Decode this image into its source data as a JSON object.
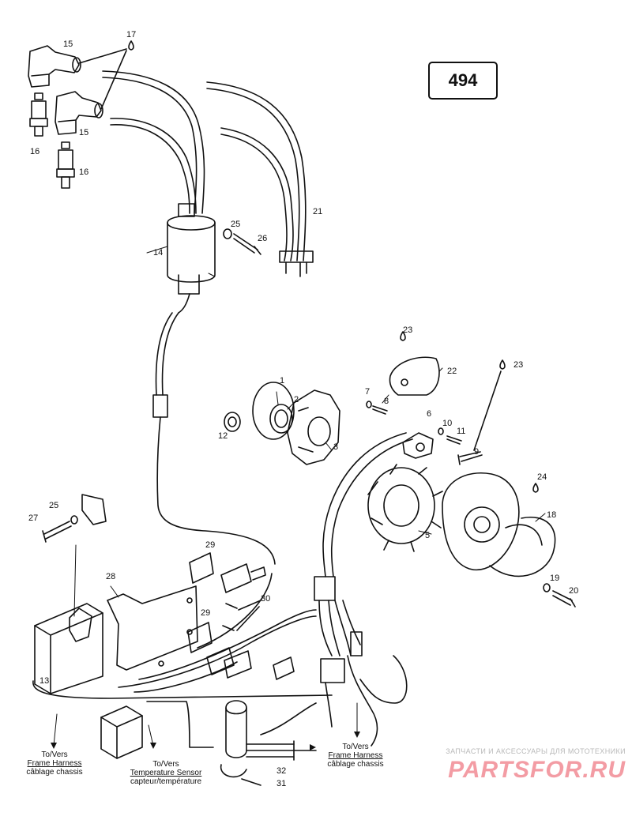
{
  "diagram": {
    "page_number": "494",
    "part_labels": [
      {
        "id": "l17a",
        "text": "17"
      },
      {
        "id": "l15a",
        "text": "15"
      },
      {
        "id": "l15b",
        "text": "15"
      },
      {
        "id": "l16a",
        "text": "16"
      },
      {
        "id": "l16b",
        "text": "16"
      },
      {
        "id": "l21",
        "text": "21"
      },
      {
        "id": "l25a",
        "text": "25"
      },
      {
        "id": "l26",
        "text": "26"
      },
      {
        "id": "l14",
        "text": "14"
      },
      {
        "id": "l23a",
        "text": "23"
      },
      {
        "id": "l22",
        "text": "22"
      },
      {
        "id": "l23b",
        "text": "23"
      },
      {
        "id": "l1",
        "text": "1"
      },
      {
        "id": "l2",
        "text": "2"
      },
      {
        "id": "l7",
        "text": "7"
      },
      {
        "id": "l8",
        "text": "8"
      },
      {
        "id": "l6",
        "text": "6"
      },
      {
        "id": "l10",
        "text": "10"
      },
      {
        "id": "l11",
        "text": "11"
      },
      {
        "id": "l9",
        "text": "9"
      },
      {
        "id": "l12",
        "text": "12"
      },
      {
        "id": "l3",
        "text": "3"
      },
      {
        "id": "l24",
        "text": "24"
      },
      {
        "id": "l18",
        "text": "18"
      },
      {
        "id": "l5",
        "text": "5"
      },
      {
        "id": "l19",
        "text": "19"
      },
      {
        "id": "l20",
        "text": "20"
      },
      {
        "id": "l25b",
        "text": "25"
      },
      {
        "id": "l27",
        "text": "27"
      },
      {
        "id": "l29a",
        "text": "29"
      },
      {
        "id": "l28",
        "text": "28"
      },
      {
        "id": "l30",
        "text": "30"
      },
      {
        "id": "l29b",
        "text": "29"
      },
      {
        "id": "l13",
        "text": "13"
      },
      {
        "id": "l32",
        "text": "32"
      },
      {
        "id": "l31",
        "text": "31"
      }
    ],
    "callouts": {
      "frame_left": {
        "line1": "To/Vers",
        "line2": "Frame Harness",
        "line3": "câblage chassis"
      },
      "temp_sensor": {
        "line1": "To/Vers",
        "line2": "Temperature Sensor",
        "line3": "capteur/température"
      },
      "frame_right": {
        "line1": "To/Vers",
        "line2": "Frame Harness",
        "line3": "câblage chassis"
      }
    },
    "watermark": {
      "tagline": "ЗАПЧАСТИ И АКСЕССУАРЫ ДЛЯ МОТОТЕХНИКИ",
      "logo": "PARTSFOR.RU",
      "color": "#ea4c5a"
    }
  }
}
